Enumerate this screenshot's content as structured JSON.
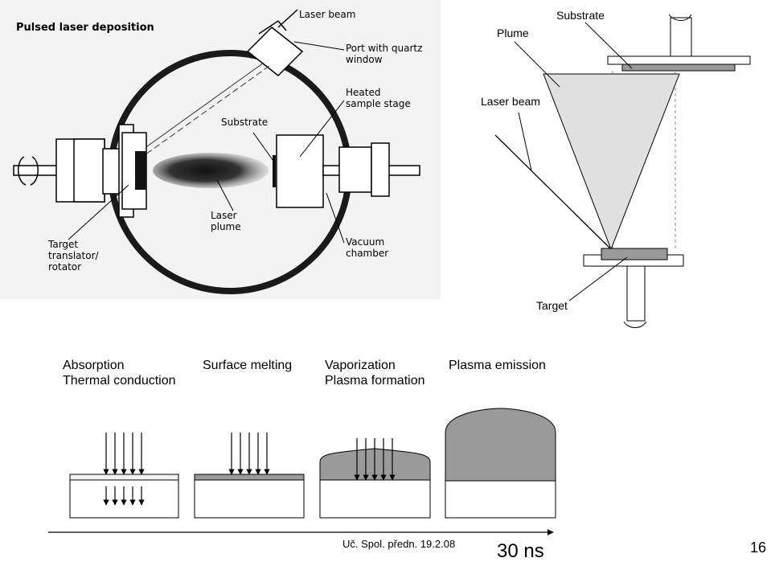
{
  "pld_panel": {
    "title": "Pulsed laser deposition",
    "laser_beam": "Laser beam",
    "port_line1": "Port with quartz",
    "port_line2": "window",
    "heated_line1": "Heated",
    "heated_line2": "sample stage",
    "substrate": "Substrate",
    "laser_plume_line1": "Laser",
    "laser_plume_line2": "plume",
    "target_line1": "Target",
    "target_line2": "translator/",
    "target_line3": "rotator",
    "vacuum_line1": "Vacuum",
    "vacuum_line2": "chamber"
  },
  "schematic": {
    "plume": "Plume",
    "substrate": "Substrate",
    "laser_beam": "Laser beam",
    "target": "Target"
  },
  "stages": [
    {
      "line1": "Absorption",
      "line2": "Thermal conduction"
    },
    {
      "line1": "Surface melting",
      "line2": ""
    },
    {
      "line1": "Vaporization",
      "line2": "Plasma formation"
    },
    {
      "line1": "Plasma emission",
      "line2": ""
    }
  ],
  "footer": {
    "lecture": "Uč. Spol. předn. 19.2.08",
    "time": "30 ns",
    "page": "16"
  },
  "colors": {
    "plume_fill": "#e0e0e0",
    "melt_gray": "#9a9a9a",
    "photo_bg": "#f3f3f3"
  }
}
